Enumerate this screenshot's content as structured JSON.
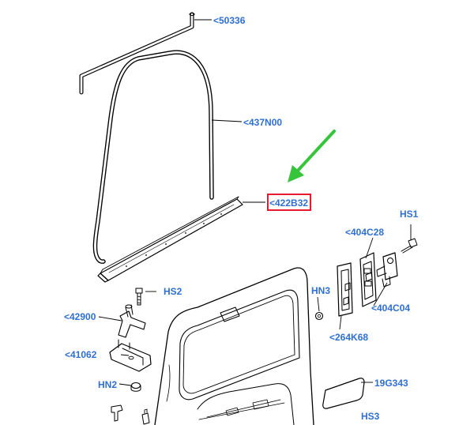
{
  "diagram": {
    "labels": [
      "<50336",
      "<437N00",
      "<422B32",
      "HS1",
      "<404C28",
      "HN3",
      "<404C04",
      "<264K68",
      "HS2",
      "<42900",
      "<41062",
      "HN2",
      "19G343",
      "HS3"
    ],
    "highlighted_label": "<422B32",
    "colors": {
      "label": "#2f6fd0",
      "highlight_box": "#e8192c",
      "arrow": "#35c43a",
      "line": "#000000"
    }
  }
}
